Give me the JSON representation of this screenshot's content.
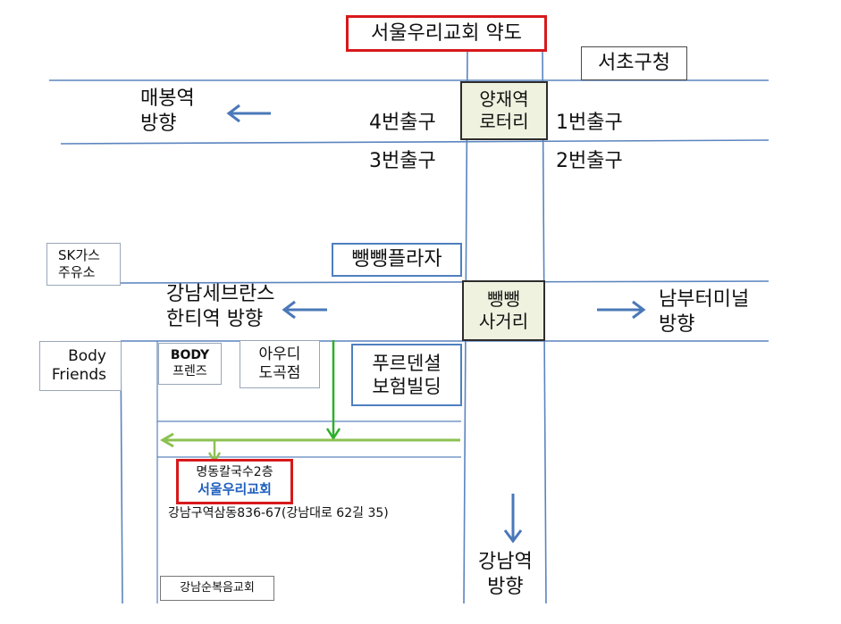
{
  "title": "서울우리교회 약도",
  "landmarks": {
    "seocho_office": "서초구청",
    "yangjae_rotary": [
      "양재역",
      "로터리"
    ],
    "exit_4": "4번출구",
    "exit_1": "1번출구",
    "exit_3": "3번출구",
    "exit_2": "2번출구",
    "maebong": [
      "매봉역",
      "방향"
    ],
    "sk_gas": [
      "SK가스",
      "주유소"
    ],
    "bbbb_plaza": "뺑뺑플라자",
    "bbbb_intersection": [
      "뺑뺑",
      "사거리"
    ],
    "gangnam_severance": [
      "강남세브란스",
      "한티역",
      "방향"
    ],
    "nambu_terminal": [
      "남부터미널",
      "방향"
    ],
    "body_friends_outer": [
      "Body",
      "Friends"
    ],
    "body_friends_inner": [
      "BODY",
      "프렌즈"
    ],
    "audi": [
      "아우디",
      "도곡점"
    ],
    "prudential": [
      "푸르덴셜",
      "보험빌딩"
    ],
    "church_floor": "명동칼국수2층",
    "church_name": "서울우리교회",
    "church_address": "강남구역삼동836-67(강남대로 62길 35)",
    "gangnam_station": [
      "강남역",
      "방향"
    ],
    "sunbogeum": "강남순복음교회"
  },
  "colors": {
    "road": "#5b84bf",
    "arrow_blue": "#4a78b8",
    "green_route": "#2bb02b",
    "light_green_route": "#8cc152",
    "red_border": "#d7191c",
    "church_blue": "#1f5fbf"
  }
}
